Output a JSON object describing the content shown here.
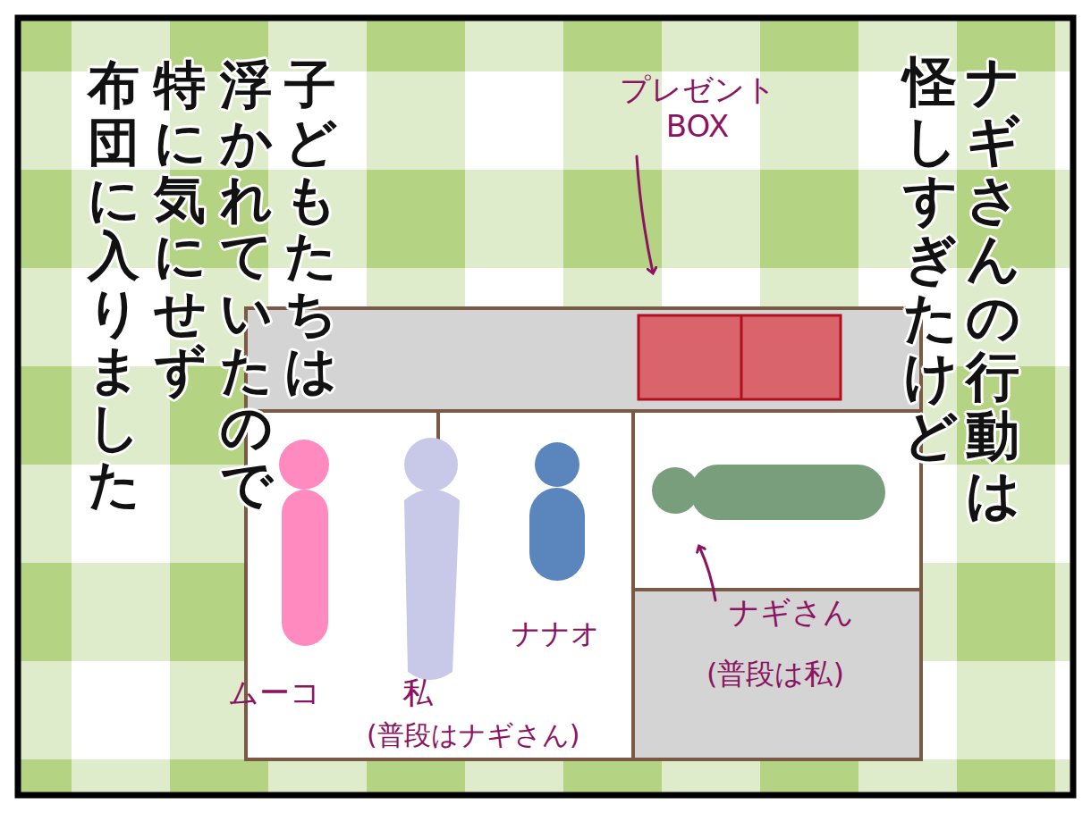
{
  "diagram": {
    "labels": [
      "ナギさんの行動は",
      "怪しすぎたけど",
      "子どもたちは",
      "浮かれていたので",
      "特に気にせず",
      "布団に入りました",
      "プレゼント BOX",
      "ムーコ",
      "私",
      "(普段はナギさん)",
      "ナナオ",
      "ナギさん",
      "(普段は私)"
    ]
  }
}
